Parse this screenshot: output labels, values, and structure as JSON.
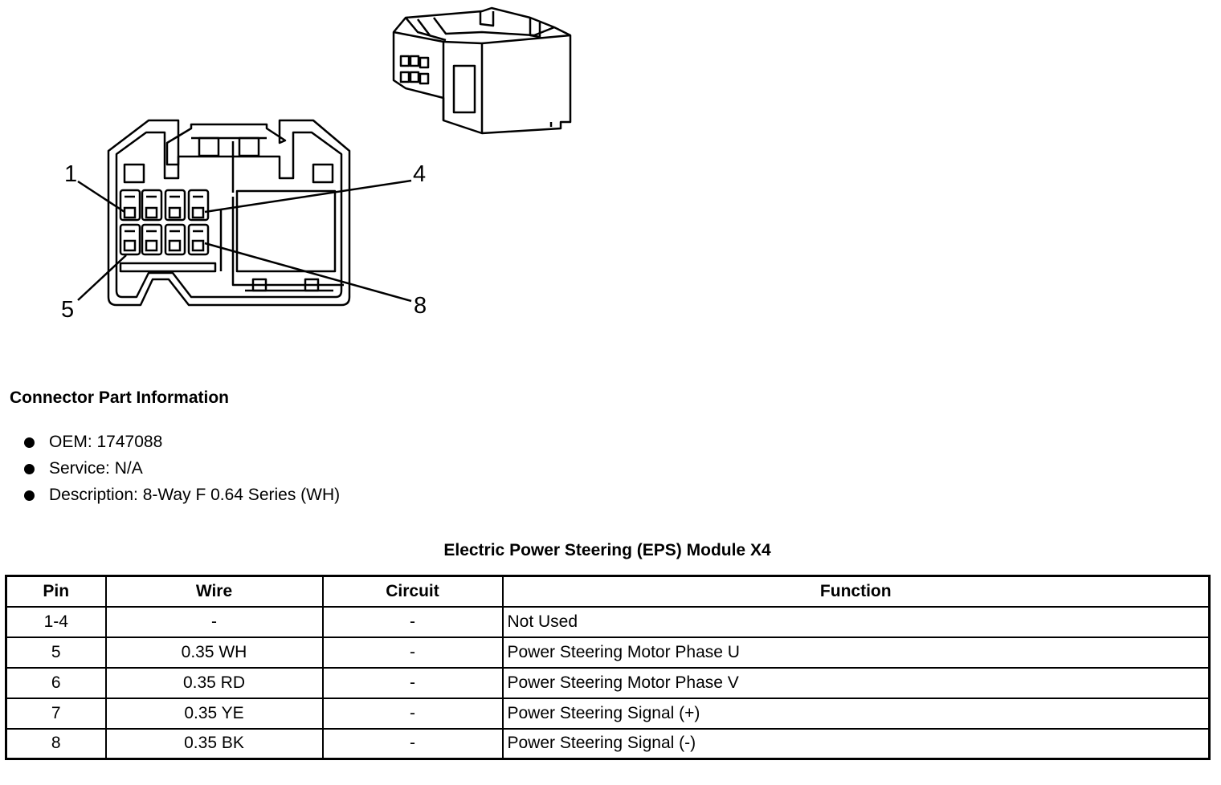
{
  "diagram": {
    "pin_labels": [
      "1",
      "4",
      "5",
      "8"
    ]
  },
  "part_info": {
    "heading": "Connector Part Information",
    "items": [
      "OEM: 1747088",
      "Service: N/A",
      "Description: 8-Way F 0.64 Series (WH)"
    ]
  },
  "table": {
    "title": "Electric Power Steering (EPS) Module X4",
    "headers": [
      "Pin",
      "Wire",
      "Circuit",
      "Function"
    ],
    "rows": [
      [
        "1-4",
        "-",
        "-",
        "Not Used"
      ],
      [
        "5",
        "0.35 WH",
        "-",
        "Power Steering Motor Phase U"
      ],
      [
        "6",
        "0.35 RD",
        "-",
        "Power Steering Motor Phase V"
      ],
      [
        "7",
        "0.35 YE",
        "-",
        "Power Steering Signal (+)"
      ],
      [
        "8",
        "0.35 BK",
        "-",
        "Power Steering Signal (-)"
      ]
    ]
  }
}
